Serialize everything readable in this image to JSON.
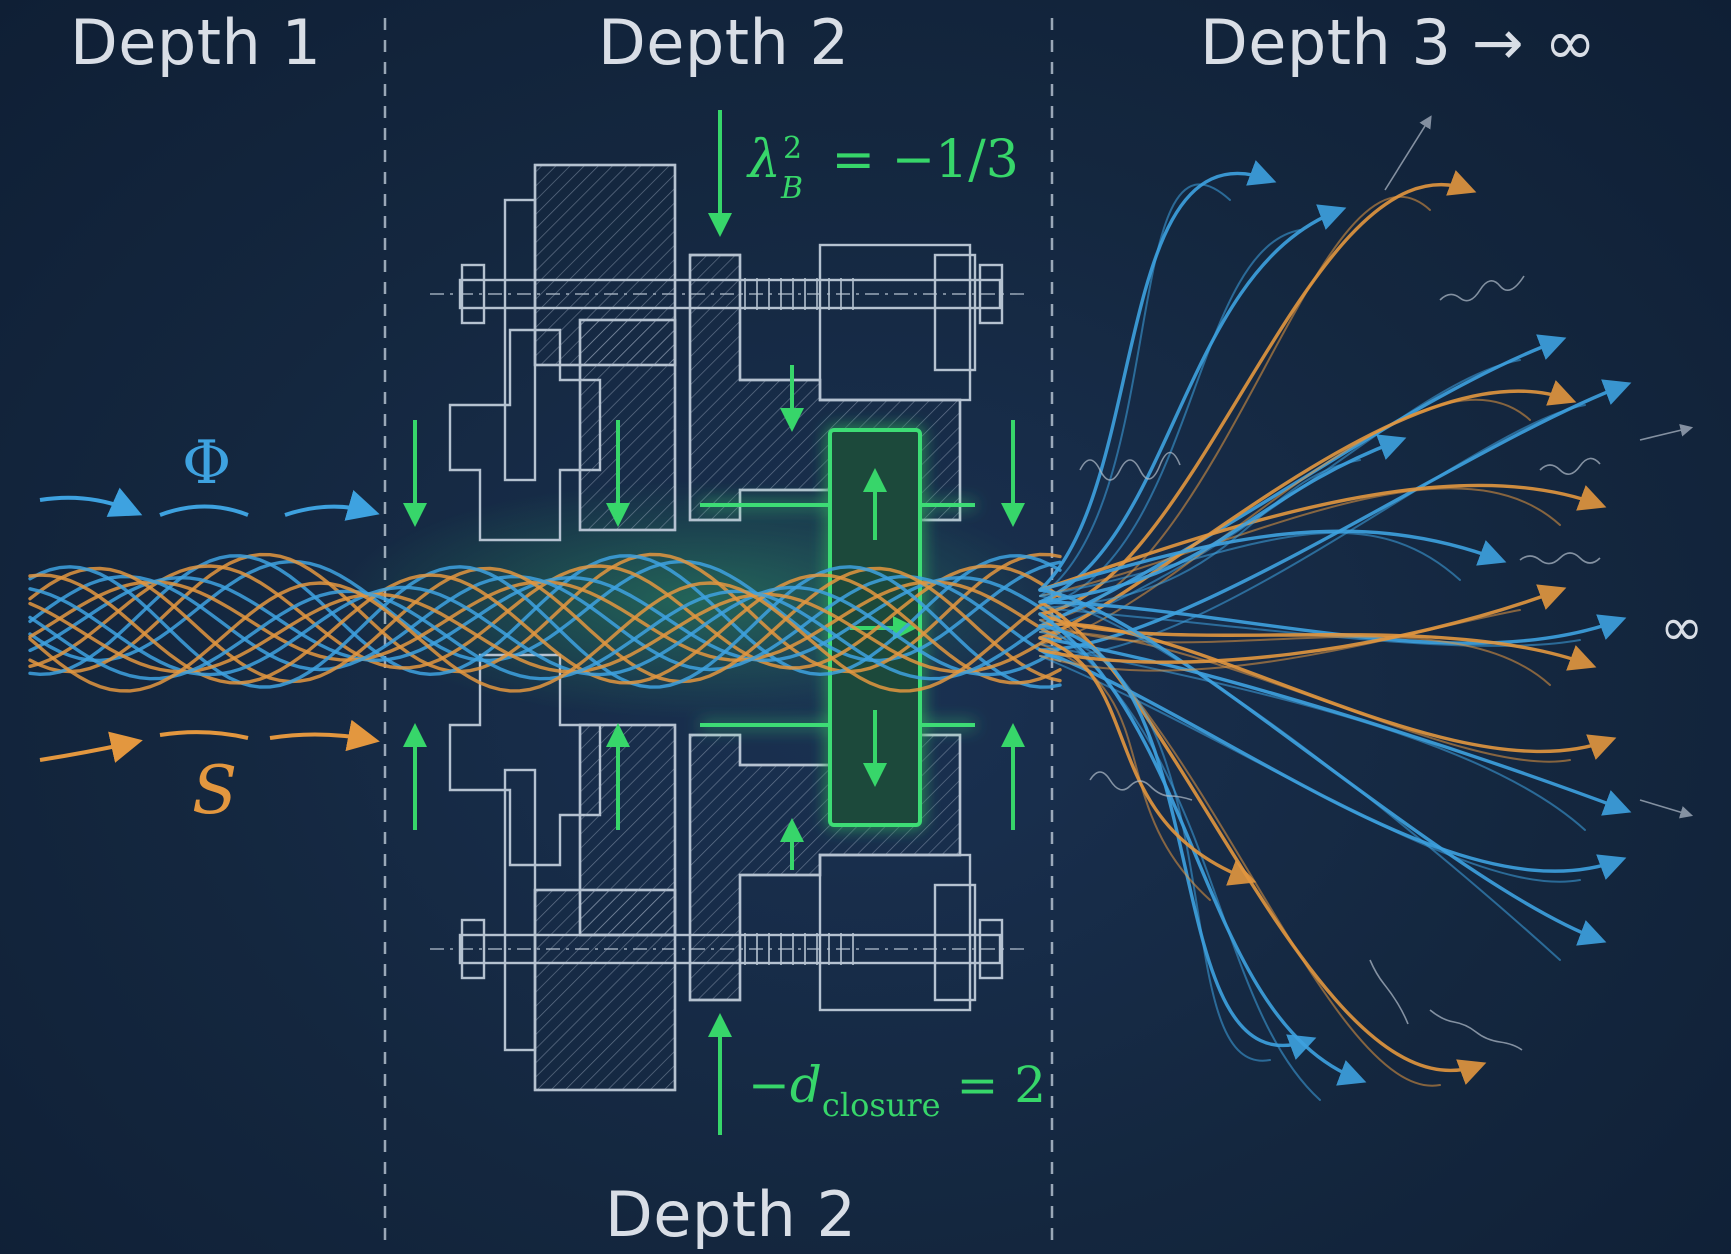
{
  "labels": {
    "depth1": "Depth 1",
    "depth2_top": "Depth 2",
    "depth3": "Depth 3 → ∞",
    "depth2_bottom": "Depth 2"
  },
  "symbols": {
    "phi": "Φ",
    "s": "S",
    "infinity": "∞"
  },
  "equations": {
    "lambda_base": "λ",
    "lambda_sup": "2",
    "lambda_sub": "B",
    "lambda_rhs": "= −1/3",
    "closure_prefix": "−d",
    "closure_sub": "closure",
    "closure_rhs": "= 2"
  },
  "colors": {
    "background": "#13263f",
    "blue_strand": "#3ea2e0",
    "orange_strand": "#e3973f",
    "green_accent": "#37d66a",
    "blueprint_line": "#c7d3e0",
    "label": "#d9dee6"
  }
}
